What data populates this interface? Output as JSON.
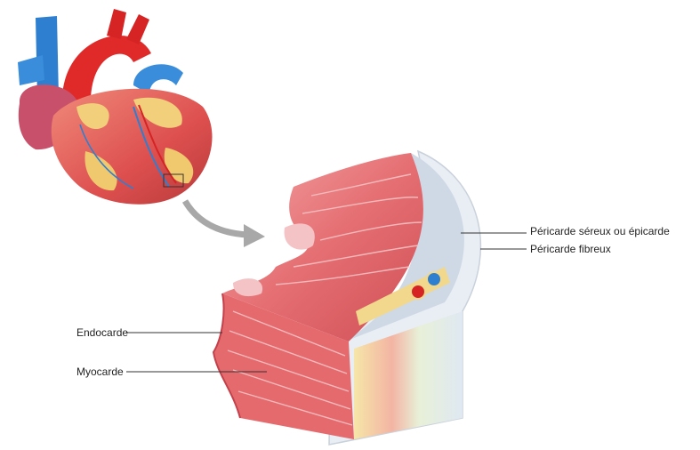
{
  "labels": {
    "epicarde": "Péricarde séreux ou épicarde",
    "pericarde_fibreux": "Péricarde fibreux",
    "endocarde": "Endocarde",
    "myocarde": "Myocarde"
  },
  "colors": {
    "aorta": "#e02a2a",
    "vena_cava": "#2f7fd0",
    "heart_muscle": "#e35a5a",
    "fat": "#f2cf7a",
    "myocardium": "#e46a6e",
    "pericardium": "#dfe6ee",
    "arrow": "#a8a8a8"
  }
}
